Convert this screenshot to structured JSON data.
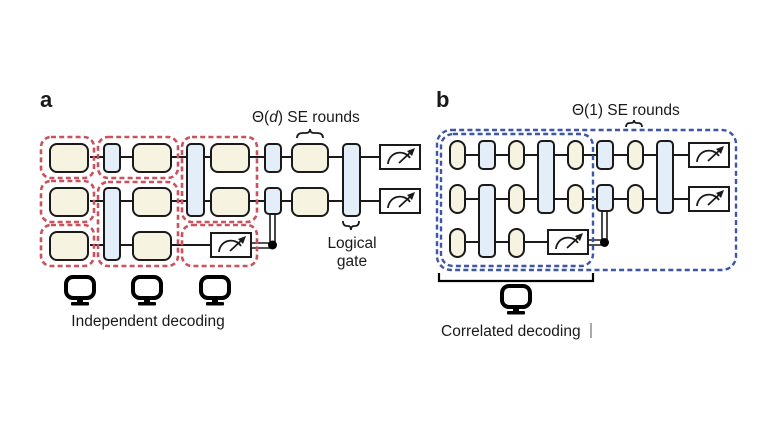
{
  "panels": {
    "a": {
      "label": "a",
      "top_annotation": {
        "prefix": "Θ(",
        "var": "d",
        "suffix": ") SE rounds"
      },
      "gate_annotation": {
        "line1": "Logical",
        "line2": "gate"
      },
      "decoding_label": "Independent decoding",
      "decoder_count": 3,
      "region_color": "#c9525f"
    },
    "b": {
      "label": "b",
      "top_annotation": {
        "prefix": "Θ(",
        "var": "1",
        "suffix": ") SE rounds"
      },
      "decoding_label": "Correlated decoding",
      "decoder_count": 1,
      "region_color": "#3f55a6"
    }
  },
  "legend": {
    "se_block_color": "#f6f3e1",
    "gate_block_color": "#e3eef8"
  },
  "icons": {
    "measurement": "meter-icon",
    "decoder": "monitor-icon"
  }
}
